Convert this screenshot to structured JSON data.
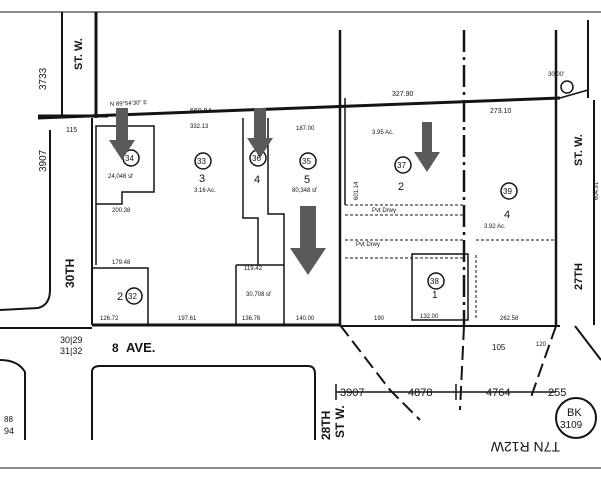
{
  "streets": {
    "st_w_top_left": "ST. W.",
    "st_w_top_right": "ST. W.",
    "th30_label": "30TH",
    "th27_label": "27TH",
    "th28_label": "28TH",
    "stw_28": "ST W.",
    "avenue_label": "AVE.",
    "avenue_numeral": "8"
  },
  "map_refs": {
    "ref_3733": "3733",
    "ref_3907_left": "3907",
    "ref_3907_bottom": "3907",
    "ref_4878": "4878",
    "ref_4764": "4764",
    "ref_255": "255",
    "ref_3020": "30|29",
    "ref_3132": "31|32",
    "ref_88": "88",
    "ref_94": "94",
    "book_label": "BK",
    "book_number": "3109",
    "bottom_text": "T7N R12W"
  },
  "parcels": {
    "p34": "34",
    "p33": "33",
    "p36": "36",
    "p35": "35",
    "p37": "37",
    "p39": "39",
    "p32": "32",
    "p38": "38",
    "n3": "3",
    "n4": "4",
    "n5": "5",
    "n2_left": "2",
    "n2_right": "2",
    "n4_right": "4",
    "n1": "1",
    "lot_area_3": "3.16 Ac.",
    "lot_area_34": "24,046 sf",
    "lot_area_5": "80,348 sf",
    "lot_area_bottom": "30,708 sf"
  },
  "dimensions": {
    "top_left_angle": "N 89°54'30\" E",
    "d660": "660.84",
    "d327": "327.90",
    "d273": "273.10",
    "d332": "332.13",
    "d187": "187.00",
    "d200": "200.38",
    "d179": "179.48",
    "d126": "126.72",
    "d197": "197.61",
    "d136": "136.76",
    "d140": "140.00",
    "d190": "190",
    "d132": "132.00",
    "d262": "262.58",
    "d120": "120",
    "d119": "119.42",
    "d30ft": "30.00'",
    "d115": "115",
    "d601": "601.14",
    "d105": "105"
  },
  "annotations": {
    "parcel2_note": "3.95 Ac.",
    "parcel4_note": "3.92 Ac.",
    "pvt_drwy_1": "Pvt Drwy",
    "pvt_drwy_2": "Pvt Drwy",
    "right_vert": "604.91"
  },
  "colors": {
    "ink": "#141414",
    "arrow": "#5a5a5a",
    "paper": "#ffffff"
  }
}
